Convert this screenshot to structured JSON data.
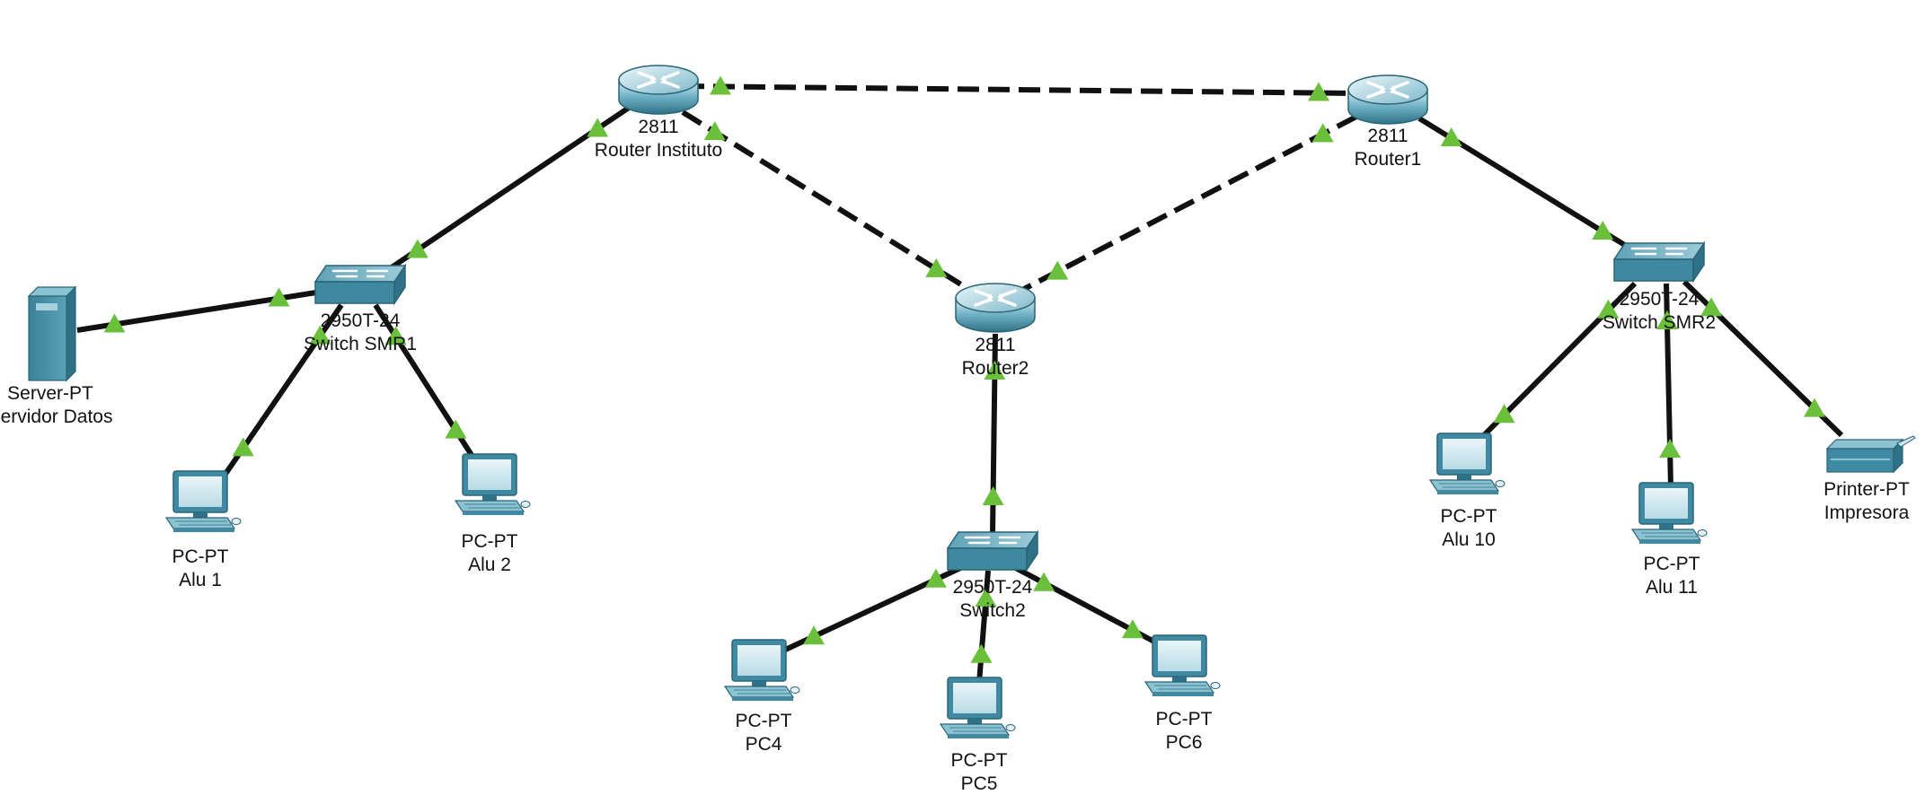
{
  "colors": {
    "background": "#ffffff",
    "link": "#111111",
    "link_status": "#6abf3b",
    "device_dark": "#2f7186",
    "device_mid": "#4a93aa",
    "device_light": "#8cc3d3"
  },
  "devices": [
    {
      "id": "router_instituto",
      "icon": "router-icon",
      "model": "2811",
      "name": "Router Instituto"
    },
    {
      "id": "router1",
      "icon": "router-icon",
      "model": "2811",
      "name": "Router1"
    },
    {
      "id": "router2",
      "icon": "router-icon",
      "model": "2811",
      "name": "Router2"
    },
    {
      "id": "switch_smr1",
      "icon": "switch-icon",
      "model": "2950T-24",
      "name": "Switch SMR1"
    },
    {
      "id": "switch_smr2",
      "icon": "switch-icon",
      "model": "2950T-24",
      "name": "Switch SMR2"
    },
    {
      "id": "switch2",
      "icon": "switch-icon",
      "model": "2950T-24",
      "name": "Switch2"
    },
    {
      "id": "servidor_datos",
      "icon": "server-icon",
      "model": "Server-PT",
      "name": "Servidor Datos"
    },
    {
      "id": "alu1",
      "icon": "pc-icon",
      "model": "PC-PT",
      "name": "Alu 1"
    },
    {
      "id": "alu2",
      "icon": "pc-icon",
      "model": "PC-PT",
      "name": "Alu 2"
    },
    {
      "id": "pc4",
      "icon": "pc-icon",
      "model": "PC-PT",
      "name": "PC4"
    },
    {
      "id": "pc5",
      "icon": "pc-icon",
      "model": "PC-PT",
      "name": "PC5"
    },
    {
      "id": "pc6",
      "icon": "pc-icon",
      "model": "PC-PT",
      "name": "PC6"
    },
    {
      "id": "alu10",
      "icon": "pc-icon",
      "model": "PC-PT",
      "name": "Alu 10"
    },
    {
      "id": "alu11",
      "icon": "pc-icon",
      "model": "PC-PT",
      "name": "Alu 11"
    },
    {
      "id": "impresora",
      "icon": "printer-icon",
      "model": "Printer-PT",
      "name": "Impresora"
    }
  ],
  "links": [
    {
      "from": "router_instituto",
      "to": "router1",
      "style": "dashed"
    },
    {
      "from": "router_instituto",
      "to": "router2",
      "style": "dashed"
    },
    {
      "from": "router1",
      "to": "router2",
      "style": "dashed"
    },
    {
      "from": "router_instituto",
      "to": "switch_smr1",
      "style": "solid"
    },
    {
      "from": "router1",
      "to": "switch_smr2",
      "style": "solid"
    },
    {
      "from": "router2",
      "to": "switch2",
      "style": "solid"
    },
    {
      "from": "switch_smr1",
      "to": "servidor_datos",
      "style": "solid"
    },
    {
      "from": "switch_smr1",
      "to": "alu1",
      "style": "solid"
    },
    {
      "from": "switch_smr1",
      "to": "alu2",
      "style": "solid"
    },
    {
      "from": "switch2",
      "to": "pc4",
      "style": "solid"
    },
    {
      "from": "switch2",
      "to": "pc5",
      "style": "solid"
    },
    {
      "from": "switch2",
      "to": "pc6",
      "style": "solid"
    },
    {
      "from": "switch_smr2",
      "to": "alu10",
      "style": "solid"
    },
    {
      "from": "switch_smr2",
      "to": "alu11",
      "style": "solid"
    },
    {
      "from": "switch_smr2",
      "to": "impresora",
      "style": "solid"
    }
  ]
}
